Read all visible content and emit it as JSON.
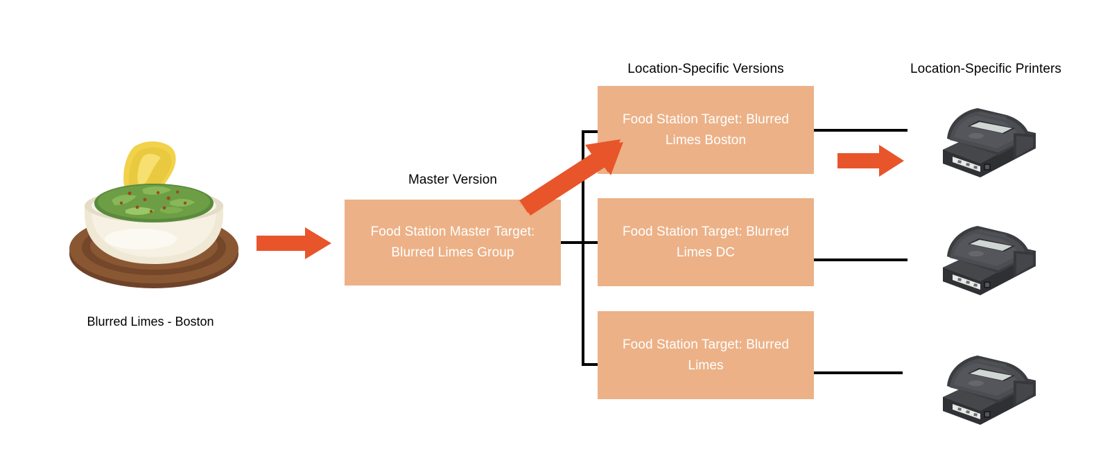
{
  "diagram": {
    "headers": {
      "master_version": "Master Version",
      "location_specific_versions": "Location-Specific Versions",
      "location_specific_printers": "Location-Specific Printers"
    },
    "source": {
      "caption": "Blurred Limes - Boston",
      "image_name": "guacamole-bowl-image"
    },
    "master_box": {
      "line1": "Food Station Master Target:",
      "line2": "Blurred Limes Group"
    },
    "location_boxes": [
      {
        "line1": "Food Station Target: Blurred",
        "line2": "Limes Boston"
      },
      {
        "line1": "Food Station Target: Blurred",
        "line2": "Limes DC"
      },
      {
        "line1": "Food Station Target: Blurred",
        "line2": "Limes"
      }
    ],
    "printers": [
      {
        "name": "printer-boston"
      },
      {
        "name": "printer-dc"
      },
      {
        "name": "printer-default"
      }
    ],
    "colors": {
      "box_fill": "#ECB187",
      "box_text": "#FFFFFF",
      "arrow": "#E8552B",
      "line": "#000000",
      "label_text": "#000000",
      "background": "#FFFFFF"
    }
  }
}
